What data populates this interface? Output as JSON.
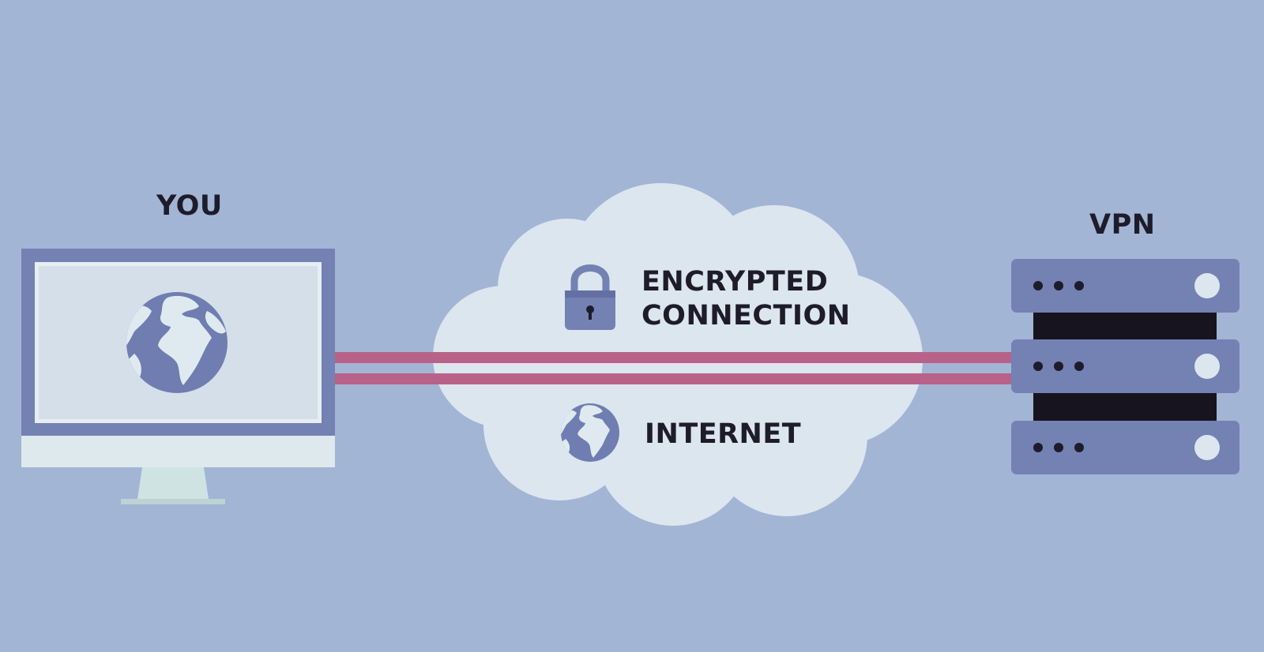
{
  "labels": {
    "you": "YOU",
    "vpn": "VPN",
    "encrypted_line1": "ENCRYPTED",
    "encrypted_line2": "CONNECTION",
    "internet": "INTERNET"
  },
  "colors": {
    "background": "#a2b5d5",
    "cloud": "#dce6ef",
    "monitor_frame": "#7481b3",
    "monitor_screen": "#d4dfe9",
    "monitor_stand": "#cfe3e2",
    "globe_land": "#dfeaf0",
    "globe_water": "#6f7db0",
    "connection_line": "#b8628a",
    "server_unit": "#7481b3",
    "server_rack": "#17141f",
    "lock": "#7481b3",
    "text": "#1e1b2b"
  },
  "icons": {
    "computer": "desktop-monitor-icon",
    "screen_globe": "globe-icon",
    "lock": "padlock-icon",
    "internet_globe": "globe-icon",
    "server": "server-rack-icon"
  },
  "server": {
    "unit_count": 3
  }
}
